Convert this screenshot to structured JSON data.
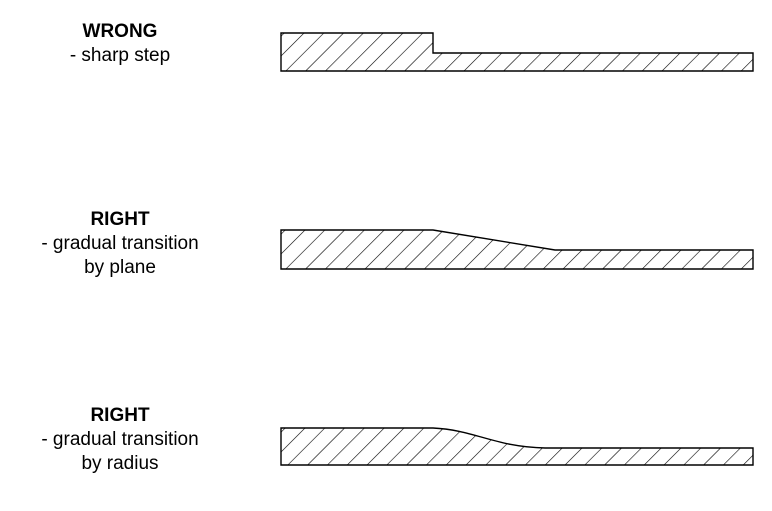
{
  "examples": [
    {
      "heading": "WRONG",
      "lines": [
        "- sharp step"
      ],
      "transition": "step"
    },
    {
      "heading": "RIGHT",
      "lines": [
        "- gradual transition",
        "by plane"
      ],
      "transition": "plane"
    },
    {
      "heading": "RIGHT",
      "lines": [
        "- gradual transition",
        "by radius"
      ],
      "transition": "radius"
    }
  ],
  "colors": {
    "stroke": "#000000",
    "hatch": "#000000",
    "background": "#ffffff"
  }
}
